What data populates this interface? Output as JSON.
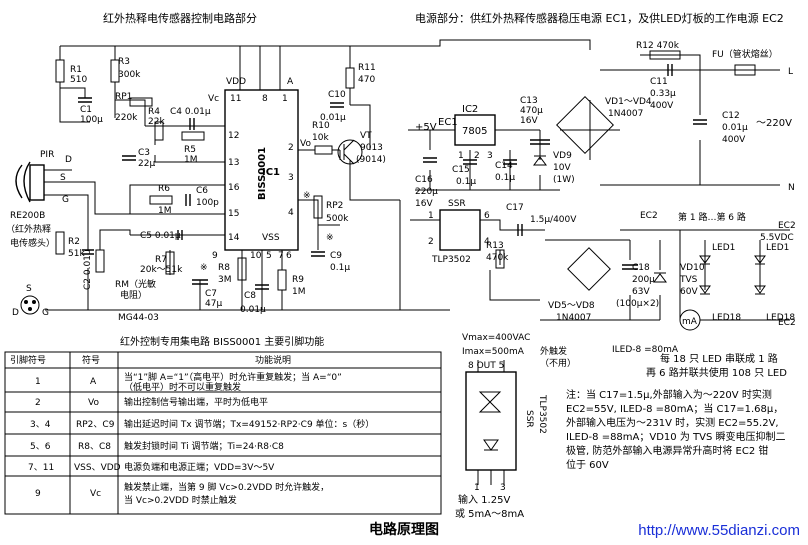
{
  "headers": {
    "control_title": "红外热释电传感器控制电路部分",
    "power_title": "电源部分：供红外热释传感器稳压电源 EC1，及供LED灯板的工作电源 EC2"
  },
  "control": {
    "R1": [
      "R1",
      "510"
    ],
    "C1": [
      "C1",
      "100μ"
    ],
    "R3": [
      "R3",
      "300k"
    ],
    "RP1": [
      "RP1",
      "220k"
    ],
    "R4": [
      "R4",
      "22k"
    ],
    "C4": [
      "C4 0.01μ"
    ],
    "R5": [
      "R5",
      "1M"
    ],
    "C3": [
      "C3",
      "22μ"
    ],
    "R6": [
      "R6",
      "1M"
    ],
    "C6": [
      "C6",
      "100p"
    ],
    "C5": [
      "C5 0.01μ"
    ],
    "R2": [
      "R2",
      "51k"
    ],
    "C2": [
      "C2 0.01μ"
    ],
    "RM": [
      "RM（光敏",
      "电阻）",
      "MG44-03"
    ],
    "R7": [
      "R7",
      "20k～51k"
    ],
    "C7": [
      "C7",
      "47μ"
    ],
    "R8": [
      "R8",
      "3M"
    ],
    "C8": [
      "C8",
      "0.01μ"
    ],
    "R9": [
      "R9",
      "1M"
    ],
    "IC1": [
      "IC1",
      "BISS0001"
    ],
    "VDD": "VDD",
    "VSS": "VSS",
    "Vc": "Vc",
    "Vo": "Vo",
    "A": "A",
    "pins": [
      "11",
      "8",
      "1",
      "12",
      "13",
      "16",
      "15",
      "14",
      "10",
      "9",
      "5",
      "7",
      "6",
      "3",
      "2",
      "4"
    ],
    "R10": [
      "R10",
      "10k"
    ],
    "C10": [
      "C10",
      "0.01μ"
    ],
    "R11": [
      "R11",
      "470"
    ],
    "VT": [
      "VT",
      "9013",
      "(9014)"
    ],
    "RP2": [
      "RP2",
      "500k"
    ],
    "C9": [
      "C9",
      "0.1μ"
    ],
    "pir": [
      "PIR",
      "RE200B",
      "（红外热释",
      "电传感头）"
    ],
    "pir_pins": [
      "D",
      "S",
      "G"
    ],
    "pin_legend": [
      "S",
      "D",
      "G"
    ],
    "star": "※"
  },
  "power": {
    "plus5": "+5V",
    "EC1": "EC1",
    "IC2": [
      "IC2",
      "7805"
    ],
    "ic2_pins": [
      "1",
      "3",
      "2"
    ],
    "C13": [
      "C13",
      "470μ",
      "16V"
    ],
    "C15": [
      "C15",
      "0.1μ"
    ],
    "C16": [
      "C16",
      "220μ",
      "16V"
    ],
    "C14": [
      "C14",
      "0.1μ"
    ],
    "VD9": [
      "VD9",
      "10V",
      "(1W)"
    ],
    "VD1": [
      "VD1～VD4",
      "1N4007"
    ],
    "R12": [
      "R12 470k"
    ],
    "C11": [
      "C11",
      "0.33μ",
      "400V"
    ],
    "FU": "FU（管状熔丝）",
    "L": "L",
    "N": "N",
    "C12": [
      "C12",
      "0.01μ",
      "400V"
    ],
    "ac": "～220V",
    "SSR": "SSR",
    "ssr_pins": [
      "1",
      "2",
      "6",
      "4"
    ],
    "TLP": "TLP3502",
    "C17": [
      "C17",
      "1.5μ/400V"
    ],
    "R13": [
      "R13",
      "470k"
    ],
    "VD5": [
      "VD5～VD8",
      "1N4007"
    ],
    "C18": [
      "C18",
      "200μ",
      "63V",
      "(100μ×2)"
    ],
    "VD10": [
      "VD10",
      "TVS",
      "60V"
    ],
    "ec2_label": "EC2",
    "ec2_plus": [
      "EC2",
      "5.5VDC"
    ],
    "ec2_minus": "EC2",
    "routes": "第 1 路…第 6 路",
    "led": [
      "LED1",
      "LED1",
      "LED18",
      "LED18"
    ],
    "mA": "mA",
    "iled": "ILED-8 =80mA",
    "led_note": [
      "每 18 只 LED 串联成 1 路",
      "再 6 路并联共使用 108 只 LED"
    ]
  },
  "table": {
    "title": "红外控制专用集电路 BISS0001 主要引脚功能",
    "headers": [
      "引脚符号",
      "符号",
      "功能说明"
    ],
    "rows": [
      {
        "pin": "1",
        "sym": "A",
        "desc": [
          "当“1”脚 A=“1”（高电平）时允许重复触发；当 A=“0”",
          "（低电平）时不可以重复触发"
        ]
      },
      {
        "pin": "2",
        "sym": "Vo",
        "desc": [
          "输出控制信号输出端，平时为低电平"
        ]
      },
      {
        "pin": "3、4",
        "sym": "RP2、C9",
        "desc": [
          "输出延迟时间 Tx 调节端；Tx=49152·RP2·C9 单位：s（秒）"
        ]
      },
      {
        "pin": "5、6",
        "sym": "R8、C8",
        "desc": [
          "触发封锁时间 Ti 调节端；Ti=24·R8·C8"
        ]
      },
      {
        "pin": "7、11",
        "sym": "VSS、VDD",
        "desc": [
          "电源负端和电源正端；VDD=3V～5V"
        ]
      },
      {
        "pin": "9",
        "sym": "Vc",
        "desc": [
          "触发禁止端，当第 9 脚 Vc>0.2VDD 时允许触发，",
          "当 Vc>0.2VDD 时禁止触发"
        ]
      }
    ]
  },
  "ssr_detail": {
    "vmax": "Vmax=400VAC",
    "imax": "Imax=500mA",
    "out": "8 OUT 5",
    "ext": [
      "外触发",
      "（不用）"
    ],
    "name": [
      "SSR",
      "TLP3502"
    ],
    "pins": [
      "1",
      "3"
    ],
    "inp": [
      "输入 1.25V",
      "或 5mA～8mA"
    ]
  },
  "note": [
    "注：当 C17=1.5μ,外部输入为～220V 时实测",
    "EC2=55V, ILED-8 =80mA；当 C17=1.68μ，",
    "外部输入电压为～231V 时，实测 EC2=55.2V,",
    "ILED-8 =88mA；VD10 为 TVS 瞬变电压抑制二",
    "极管, 防范外部输入电源异常升高时将 EC2 钳",
    "位于 60V"
  ],
  "diagram_title": "电路原理图",
  "watermark": "http://www.55dianzi.com"
}
